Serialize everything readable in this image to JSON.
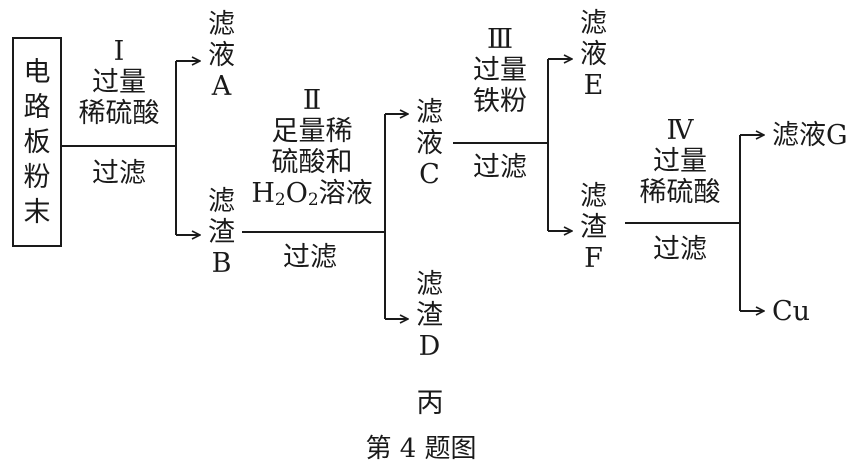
{
  "start_box": "电\n路\n板\n粉\n末",
  "step1": {
    "numeral": "Ⅰ",
    "line1": "过量",
    "line2": "稀硫酸",
    "below": "过滤"
  },
  "filtrate_A": "滤\n液\nA",
  "residue_B": "滤\n渣\nB",
  "step2": {
    "numeral": "Ⅱ",
    "line1": "足量稀",
    "line2": "硫酸和",
    "line3_h": "H",
    "line3_sub1": "2",
    "line3_o": "O",
    "line3_sub2": "2",
    "line3_rest": "溶液",
    "below": "过滤"
  },
  "filtrate_C": "滤\n液\nC",
  "residue_D": "滤\n渣\nD",
  "label_D": "丙",
  "step3": {
    "numeral": "Ⅲ",
    "line1": "过量",
    "line2": "铁粉",
    "below": "过滤"
  },
  "filtrate_E": "滤\n液\nE",
  "residue_F": "滤\n渣\nF",
  "step4": {
    "numeral": "Ⅳ",
    "line1": "过量",
    "line2": "稀硫酸",
    "below": "过滤"
  },
  "filtrate_G": "滤液G",
  "product_Cu": "Cu",
  "caption": "第 4 题图",
  "colors": {
    "ink": "#1a1a1a",
    "background": "#ffffff"
  }
}
